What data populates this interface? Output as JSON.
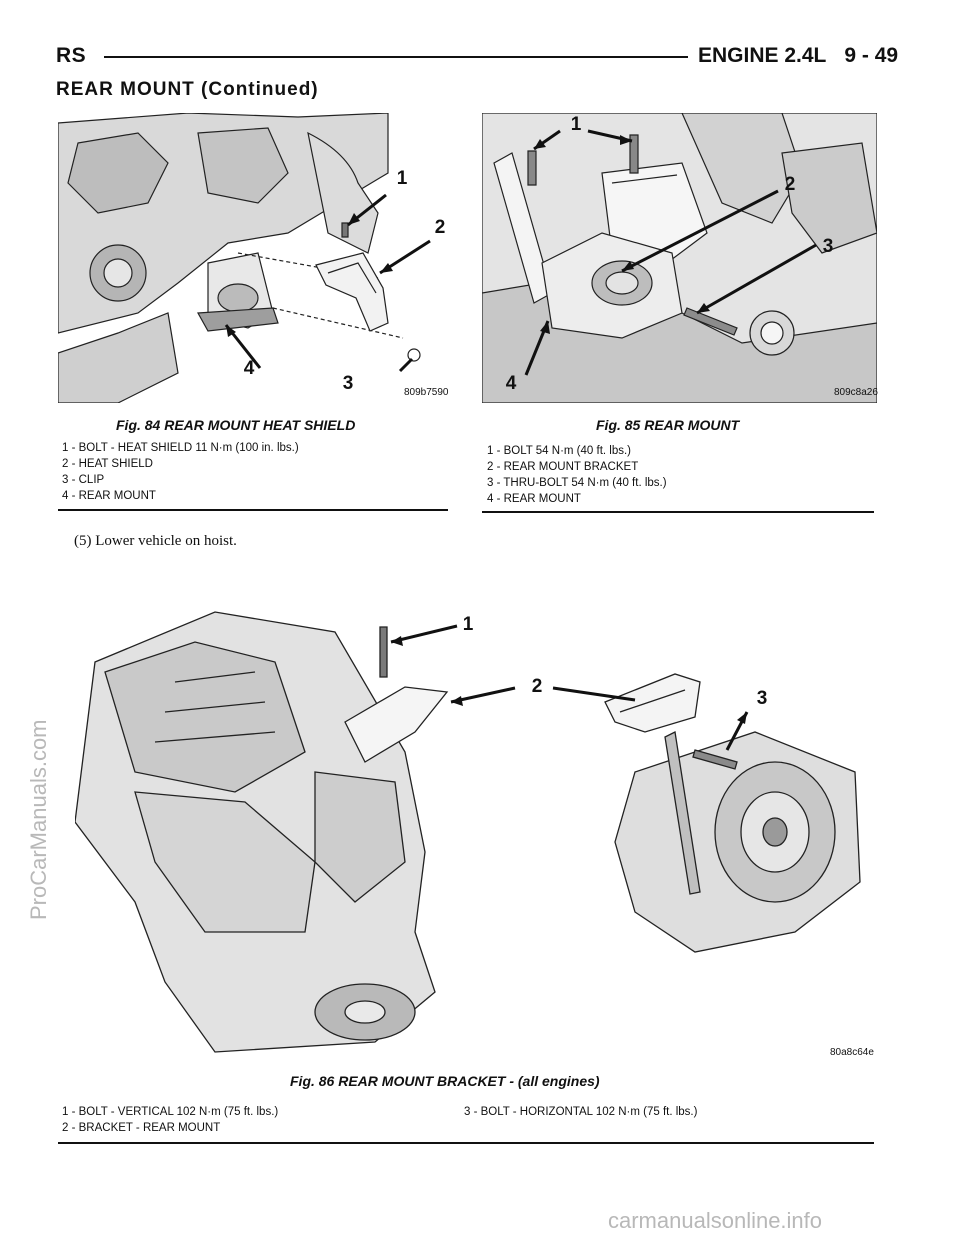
{
  "header": {
    "left": "RS",
    "right": "ENGINE 2.4L",
    "page": "9 - 49"
  },
  "section_title": "REAR MOUNT (Continued)",
  "fig84": {
    "caption": "Fig. 84 REAR MOUNT HEAT SHIELD",
    "code": "809b7590",
    "callouts": [
      "1",
      "2",
      "3",
      "4"
    ],
    "legend": [
      "1 - BOLT - HEAT SHIELD 11 N·m (100 in. lbs.)",
      "2 - HEAT SHIELD",
      "3 - CLIP",
      "4 - REAR MOUNT"
    ]
  },
  "fig85": {
    "caption": "Fig. 85 REAR MOUNT",
    "code": "809c8a26",
    "callouts": [
      "1",
      "2",
      "3",
      "4"
    ],
    "legend": [
      "1 - BOLT 54 N·m (40 ft. lbs.)",
      "2 - REAR MOUNT BRACKET",
      "3 - THRU-BOLT 54 N·m (40 ft. lbs.)",
      "4 - REAR MOUNT"
    ]
  },
  "step": "(5) Lower vehicle on hoist.",
  "fig86": {
    "caption": "Fig. 86 REAR MOUNT BRACKET - (all engines)",
    "code": "80a8c64e",
    "callouts": [
      "1",
      "2",
      "3"
    ],
    "legend_left": [
      "1 - BOLT - VERTICAL 102 N·m (75 ft. lbs.)",
      "2 - BRACKET - REAR MOUNT"
    ],
    "legend_right": [
      "3 - BOLT - HORIZONTAL 102 N·m (75 ft. lbs.)"
    ]
  },
  "watermarks": {
    "side": "ProCarManuals.com",
    "bottom": "carmanualsonline.info"
  }
}
